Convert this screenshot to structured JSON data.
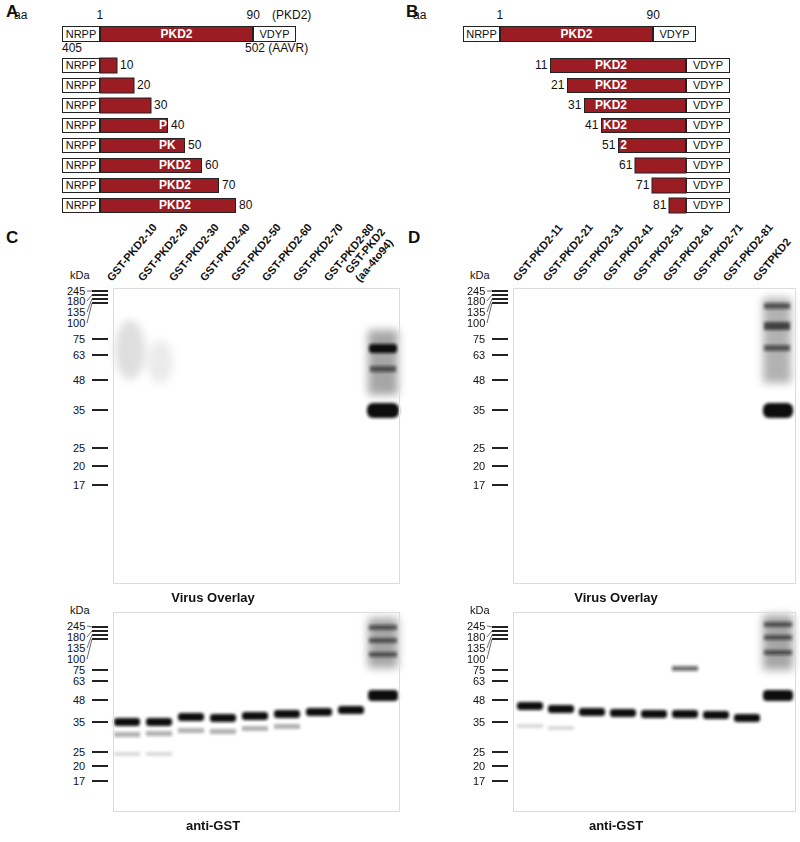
{
  "diagram": {
    "nodes": [
      {
        "text": [
          "NRPP"
        ]
      },
      {
        "text": [
          "PKD2"
        ]
      },
      {
        "text": [
          "VDYP"
        ]
      },
      {
        "text": [
          "NRPP"
        ]
      },
      {
        "text": [
          "NRPP"
        ]
      },
      {
        "text": [
          "NRPP"
        ]
      },
      {
        "text": [
          "NRPP"
        ]
      },
      {
        "text": [
          "P"
        ]
      },
      {
        "text": [
          "NRPP"
        ]
      },
      {
        "text": [
          "PK"
        ]
      },
      {
        "text": [
          "NRPP"
        ]
      },
      {
        "text": [
          "PKD2"
        ]
      },
      {
        "text": [
          "NRPP"
        ]
      },
      {
        "text": [
          "PKD2"
        ]
      },
      {
        "text": [
          "NRPP"
        ]
      },
      {
        "text": [
          "PKD2"
        ]
      },
      {
        "text": [
          "NRPP"
        ]
      },
      {
        "text": [
          "PKD2"
        ]
      },
      {
        "text": [
          "VDYP"
        ]
      },
      {
        "text": [
          "PKD2"
        ]
      },
      {
        "text": [
          "VDYP"
        ]
      },
      {
        "text": [
          "PKD2"
        ]
      },
      {
        "text": [
          "VDYP"
        ]
      },
      {
        "text": [
          "PKD2"
        ]
      },
      {
        "text": [
          "VDYP"
        ]
      },
      {
        "text": [
          "KD2"
        ]
      },
      {
        "text": [
          "VDYP"
        ]
      },
      {
        "text": [
          "2"
        ]
      },
      {
        "text": [
          "VDYP"
        ]
      },
      {
        "text": [
          "VDYP"
        ]
      },
      {
        "text": [
          "VDYP"
        ]
      },
      {
        "text": [
          "VDYP"
        ]
      },
      {
        "text": [
          "Virus Overlay"
        ]
      },
      {
        "text": [
          "anti-GST"
        ]
      },
      {
        "text": [
          "Virus Overlay"
        ]
      },
      {
        "text": [
          "anti-GST"
        ]
      }
    ],
    "labels": [
      "A",
      "aa",
      "1",
      "90",
      "(PKD2)",
      "405",
      "502 (AAVR)",
      "10",
      "20",
      "30",
      "40",
      "50",
      "60",
      "70",
      "80",
      "B",
      "aa",
      "1",
      "90",
      "11",
      "21",
      "31",
      "41",
      "51",
      "61",
      "71",
      "81",
      "C",
      "GST-PKD2-10",
      "GST-PKD2-20",
      "GST-PKD2-30",
      "GST-PKD2-40",
      "GST-PKD2-50",
      "GST-PKD2-60",
      "GST-PKD2-70",
      "GST-PKD2-80",
      "GST-PKD2 (aa-4to94)",
      "kDa",
      "245",
      "180",
      "135",
      "100",
      "75",
      "63",
      "48",
      "35",
      "25",
      "20",
      "17",
      "kDa",
      "245",
      "180",
      "135",
      "100",
      "75",
      "63",
      "48",
      "35",
      "25",
      "20",
      "17",
      "D",
      "GST-PKD2-11",
      "GST-PKD2-21",
      "GST-PKD2-31",
      "GST-PKD2-41",
      "GST-PKD2-51",
      "GST-PKD2-61",
      "GST-PKD2-71",
      "GST-PKD2-81",
      "GSTPKD2",
      "kDa",
      "245",
      "180",
      "135",
      "100",
      "75",
      "63",
      "48",
      "35",
      "25",
      "20",
      "17",
      "kDa",
      "245",
      "180",
      "135",
      "100",
      "75",
      "63",
      "48",
      "35",
      "25",
      "20",
      "17"
    ]
  }
}
